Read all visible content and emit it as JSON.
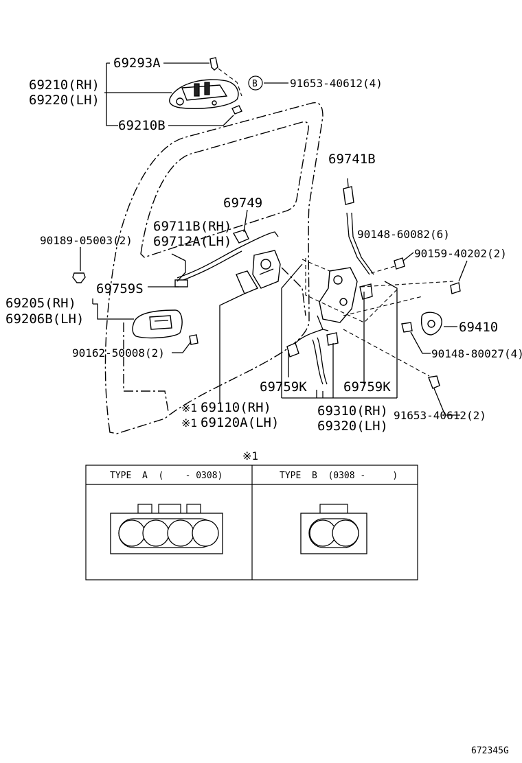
{
  "labels": {
    "p69293A": "69293A",
    "p69210RH": "69210(RH)",
    "p69220LH": "69220(LH)",
    "p69210B": "69210B",
    "bMark": "B",
    "p91653_40612_4": "91653-40612(4)",
    "p69741B": "69741B",
    "p69749": "69749",
    "p69711B": "69711B(RH)",
    "p69712A": "69712A(LH)",
    "p90189": "90189-05003(2)",
    "p90148_60082": "90148-60082(6)",
    "p90159": "90159-40202(2)",
    "p69759S": "69759S",
    "p69205": "69205(RH)",
    "p69206B": "69206B(LH)",
    "p69410": "69410",
    "p90162": "90162-50008(2)",
    "p90148_80027": "90148-80027(4)",
    "p69759K_left": "69759K",
    "p69759K_right": "69759K",
    "mark1a": "※1",
    "p69110": "69110(RH)",
    "mark1b": "※1",
    "p69120A": "69120A(LH)",
    "p69310": "69310(RH)",
    "p69320": "69320(LH)",
    "p91653_40612_2": "91653-40612(2)",
    "tableMark": "※1",
    "typeA": "TYPE  A  (    - 0308)",
    "typeB": "TYPE  B  (0308 -     )",
    "diagramId": "672345G"
  }
}
